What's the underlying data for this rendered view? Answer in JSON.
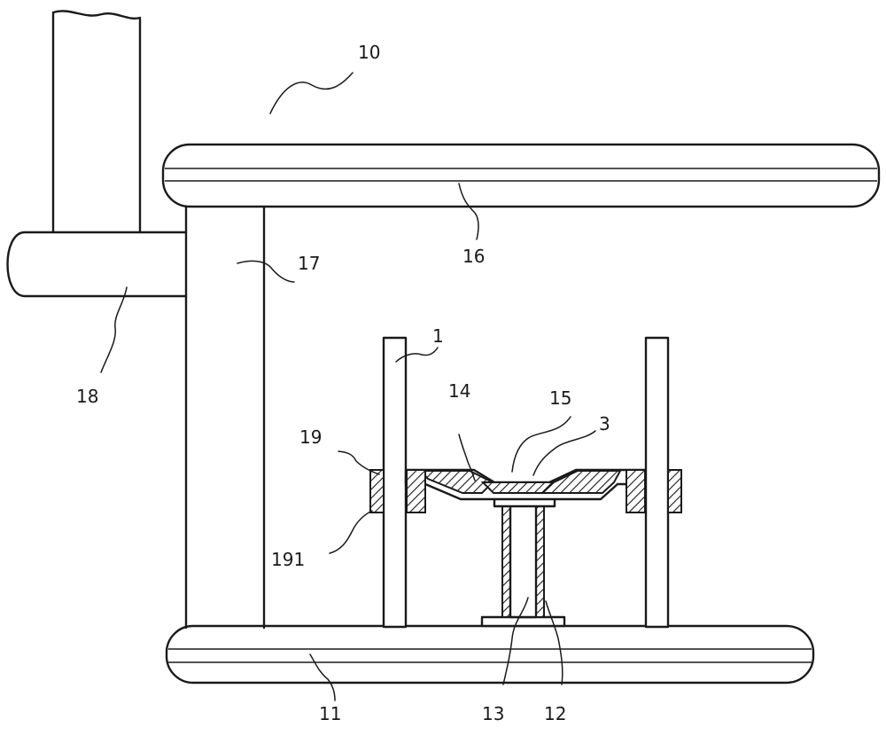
{
  "labels": {
    "l10": "10",
    "l16": "16",
    "l17": "17",
    "l18": "18",
    "l1": "1",
    "l14": "14",
    "l15": "15",
    "l3": "3",
    "l19": "19",
    "l191": "191",
    "l11": "11",
    "l13": "13",
    "l12": "12"
  }
}
